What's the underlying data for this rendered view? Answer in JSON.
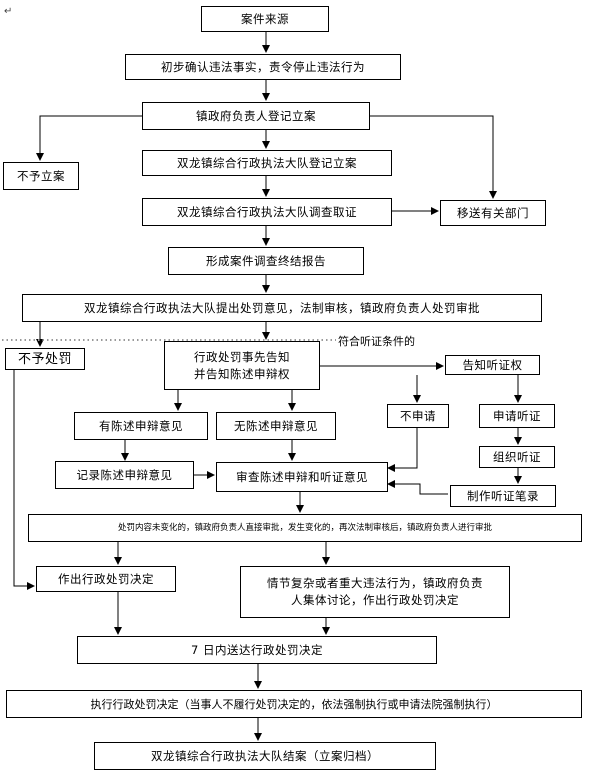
{
  "flow": {
    "case_source": "案件来源",
    "preliminary": "初步确认违法事实，责令停止违法行为",
    "register_head": "镇政府负责人登记立案",
    "not_filed": "不予立案",
    "brigade_register": "双龙镇综合行政执法大队登记立案",
    "investigate": "双龙镇综合行政执法大队调查取证",
    "transfer": "移送有关部门",
    "final_report": "形成案件调查终结报告",
    "opinion": "双龙镇综合行政执法大队提出处罚意见，法制审核，镇政府负责人处罚审批",
    "no_penalty": "不予处罚",
    "pre_notice_line1": "行政处罚事先告知",
    "pre_notice_line2": "并告知陈述申辩权",
    "hearing_condition": "符合听证条件的",
    "hearing_notice": "告知听证权",
    "has_statement": "有陈述申辩意见",
    "no_statement": "无陈述申辩意见",
    "no_apply": "不申请",
    "apply_hearing": "申请听证",
    "organize_hearing": "组织听证",
    "record_statement": "记录陈述申辩意见",
    "review": "审查陈述申辩和听证意见",
    "hearing_transcript": "制作听证笔录",
    "approval_rule": "处罚内容未变化的，镇政府负责人直接审批，发生变化的，再次法制审核后，镇政府负责人进行审批",
    "decision": "作出行政处罚决定",
    "complex_line1": "情节复杂或者重大违法行为，镇政府负责",
    "complex_line2": "人集体讨论，作出行政处罚决定",
    "deliver": "7 日内送达行政处罚决定",
    "execute": "执行行政处罚决定（当事人不履行处罚决定的，依法强制执行或申请法院强制执行）",
    "close_case": "双龙镇综合行政执法大队结案（立案归档）"
  },
  "para_mark": "↵",
  "colors": {
    "line": "#000000",
    "dotted": "#999999",
    "box_border": "#000000"
  }
}
